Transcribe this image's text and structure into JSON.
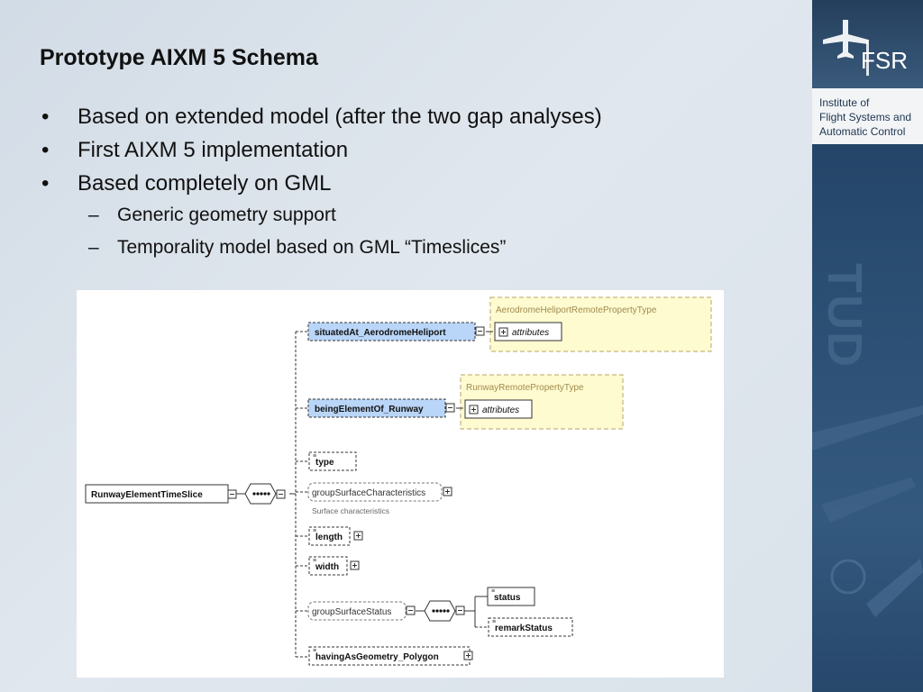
{
  "slide": {
    "title": "Prototype AIXM 5 Schema",
    "bullets": [
      "Based on extended model (after the two gap analyses)",
      "First AIXM 5 implementation",
      "Based completely on GML"
    ],
    "sub_bullets": [
      "Generic geometry support",
      "Temporality model based on GML “Timeslices”"
    ]
  },
  "sidebar": {
    "logo_text": "FSR",
    "institute_lines": [
      "Institute of",
      "Flight Systems and",
      "Automatic Control"
    ],
    "watermark": "TUD"
  },
  "diagram": {
    "root": "RunwayElementTimeSlice",
    "elements": {
      "situated": "situatedAt_AerodromeHeliport",
      "being": "beingElementOf_Runway",
      "type": "type",
      "group_surface_char": "groupSurfaceCharacteristics",
      "group_surface_char_note": "Surface characteristics",
      "length": "length",
      "width": "width",
      "group_surface_status": "groupSurfaceStatus",
      "status": "status",
      "remark_status": "remarkStatus",
      "having_geometry": "havingAsGeometry_Polygon"
    },
    "types": {
      "aerodrome_type": "AerodromeHeliportRemotePropertyType",
      "runway_type": "RunwayRemotePropertyType",
      "attributes_label": "attributes"
    }
  },
  "colors": {
    "selected_fill": "#b9d5f7",
    "type_fill": "#fffbd0",
    "type_border": "#b8a36a",
    "sidebar": "#2a4d72"
  }
}
